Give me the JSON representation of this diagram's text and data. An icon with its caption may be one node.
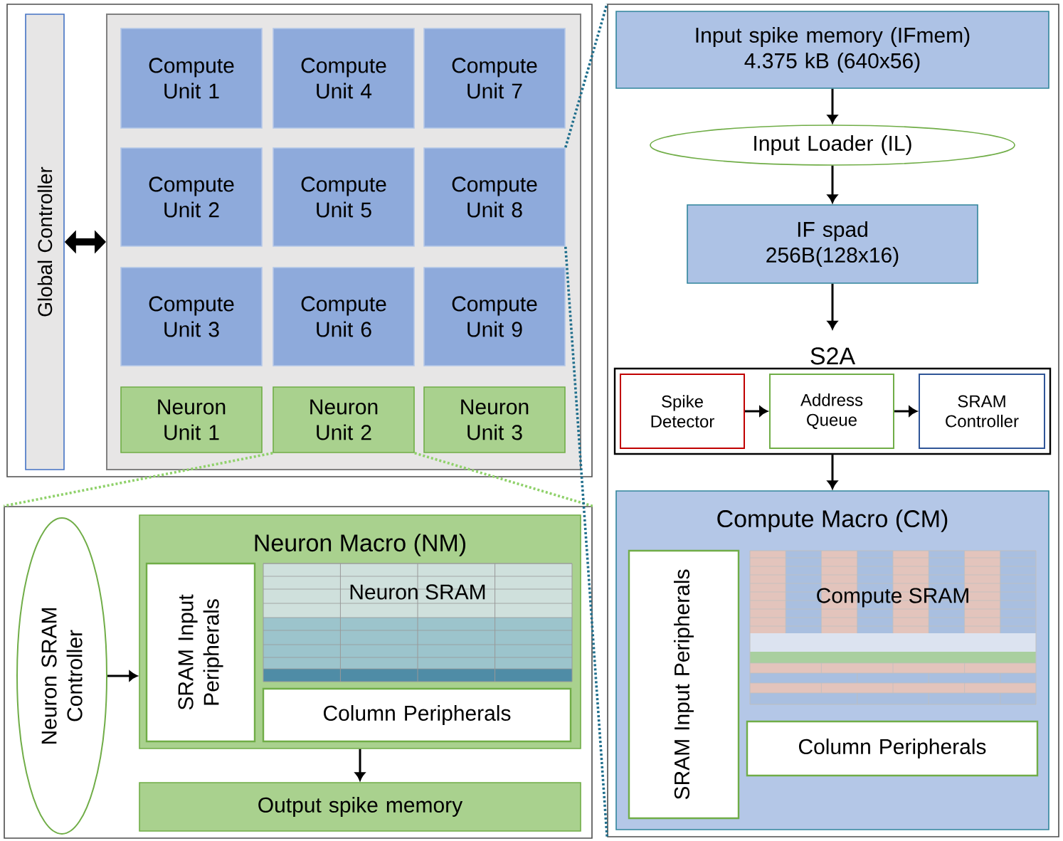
{
  "diagram": {
    "nodes": [
      {
        "text": [
          "Global Controller"
        ]
      },
      {
        "text": [],
        "shape": "box"
      },
      {
        "text": [
          "Compute Unit 1"
        ],
        "in": 1
      },
      {
        "text": [
          "Compute Unit 4"
        ],
        "in": 1
      },
      {
        "text": [
          "Compute Unit 7"
        ],
        "in": 1
      },
      {
        "text": [
          "Compute Unit 2"
        ],
        "in": 1
      },
      {
        "text": [
          "Compute Unit 5"
        ],
        "in": 1
      },
      {
        "text": [
          "Compute Unit 8"
        ],
        "in": 1
      },
      {
        "text": [
          "Compute Unit 3"
        ],
        "in": 1
      },
      {
        "text": [
          "Compute Unit 6"
        ],
        "in": 1
      },
      {
        "text": [
          "Compute Unit 9"
        ],
        "in": 1
      },
      {
        "text": [
          "Neuron Unit 1"
        ],
        "in": 1
      },
      {
        "text": [
          "Neuron Unit 2"
        ],
        "in": 1
      },
      {
        "text": [
          "Neuron Unit 3"
        ],
        "in": 1
      },
      {
        "text": [],
        "shape": "box"
      },
      {
        "text": [
          "Input spike memory (IFmem)",
          "4.375 kB (640x56)"
        ],
        "in": 14
      },
      {
        "text": [
          "Input Loader (IL)"
        ],
        "in": 14
      },
      {
        "text": [
          "IF spad",
          "256B(128x16)"
        ],
        "in": 14
      },
      {
        "text": [
          "S2A"
        ],
        "in": 14
      },
      {
        "text": [
          "Spike Detector"
        ],
        "in": 18
      },
      {
        "text": [
          "Address Queue"
        ],
        "in": 18
      },
      {
        "text": [
          "SRAM Controller"
        ],
        "in": 18
      },
      {
        "text": [
          "Compute Macro (CM)"
        ],
        "in": 14
      },
      {
        "text": [
          "SRAM Input Peripherals"
        ],
        "in": 22
      },
      {
        "text": [
          "Compute SRAM"
        ],
        "in": 22
      },
      {
        "text": [
          "Column Peripherals"
        ],
        "in": 22
      },
      {
        "text": [],
        "shape": "box"
      },
      {
        "text": [
          "Neuron SRAM Controller"
        ],
        "in": 26
      },
      {
        "text": [
          "Neuron Macro (NM)"
        ],
        "in": 26
      },
      {
        "text": [
          "SRAM Input Peripherals"
        ],
        "in": 28
      },
      {
        "text": [
          "Neuron SRAM"
        ],
        "in": 28
      },
      {
        "text": [
          "Column Peripherals"
        ],
        "in": 28
      },
      {
        "text": [
          "Output spike memory"
        ],
        "in": 26
      }
    ],
    "edges": [
      {
        "from": 0,
        "to": 1,
        "arrow": "both",
        "style": "thick"
      },
      {
        "from": 15,
        "to": 16,
        "arrow": "to"
      },
      {
        "from": 16,
        "to": 17,
        "arrow": "to"
      },
      {
        "from": 17,
        "to": 18,
        "arrow": "to"
      },
      {
        "from": 19,
        "to": 20,
        "arrow": "to"
      },
      {
        "from": 20,
        "to": 21,
        "arrow": "to"
      },
      {
        "from": 18,
        "to": 22,
        "arrow": "to"
      },
      {
        "from": 27,
        "to": 28,
        "arrow": "to"
      },
      {
        "from": 28,
        "to": 32,
        "arrow": "to"
      },
      {
        "from": 12,
        "to": 26,
        "arrow": "none",
        "style": "dashed",
        "color": "#8fd16a"
      },
      {
        "from": 12,
        "to": 26,
        "arrow": "none",
        "style": "dashed",
        "color": "#8fd16a"
      },
      {
        "from": 7,
        "to": 14,
        "arrow": "none",
        "style": "dashed",
        "color": "#1f6e8c"
      },
      {
        "from": 7,
        "to": 14,
        "arrow": "none",
        "style": "dashed",
        "color": "#1f6e8c"
      }
    ]
  }
}
